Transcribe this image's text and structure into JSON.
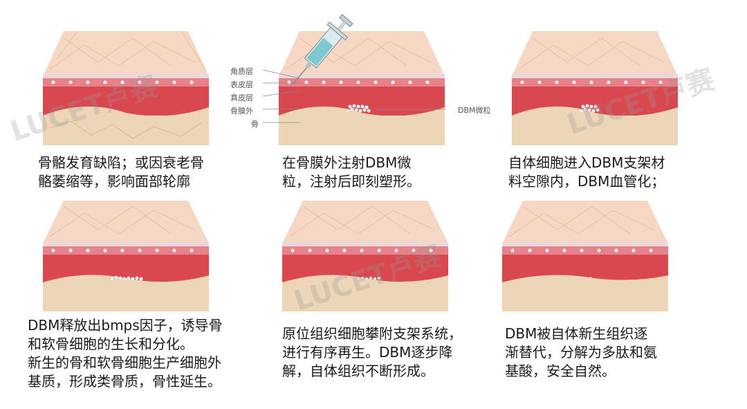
{
  "labels": {
    "cornified": "角质层",
    "epidermis": "表皮层",
    "dermis": "真皮层",
    "periosteum": "骨膜外",
    "bone": "骨",
    "dbm": "DBM微粒"
  },
  "captions": [
    "骨骼发育缺陷；或因衰老骨\n骼萎缩等，影响面部轮廓",
    "在骨膜外注射DBM微\n粒，注射后即刻塑形。",
    "自体细胞进入DBM支架材\n料空隙内，DBM血管化；",
    "DBM释放出bmps因子，诱导骨\n和软骨细胞的生长和分化。\n新生的骨和软骨细胞生产细胞外\n基质，形成类骨质，骨性延生。",
    "原位组织细胞攀附支架系统，\n进行有序再生。DBM逐步降\n解，自体组织不断形成。",
    "DBM被自体新生组织逐\n渐替代，分解为多肽和氨\n基酸，安全自然。"
  ],
  "watermark": "LUCET卢赛",
  "colors": {
    "skin_top": "#f6d7c4",
    "skin_side": "#f0c9b2",
    "epidermis": "#f4e4e4",
    "dermis": "#d9484f",
    "fat": "#cf3f47",
    "bone": "#ecd6b7",
    "particles": "#f2f2f2"
  }
}
